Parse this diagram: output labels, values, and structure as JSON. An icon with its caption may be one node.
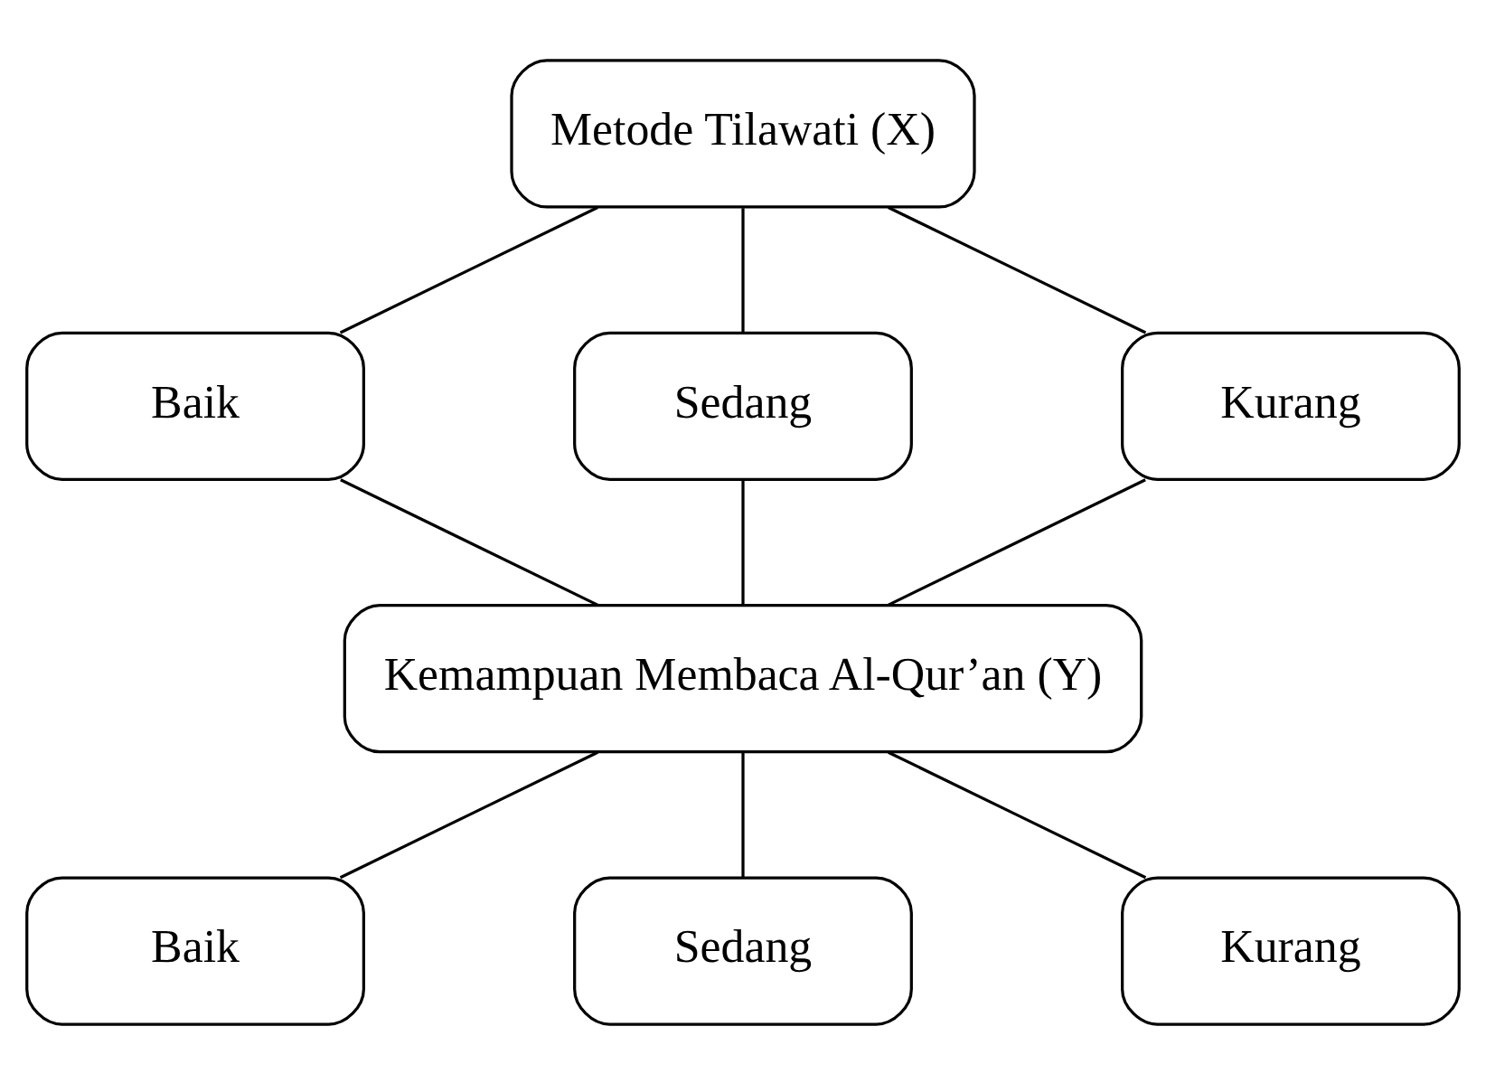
{
  "diagram": {
    "nodes": [
      {
        "text": [
          "Metode Tilawati (X)"
        ]
      },
      {
        "text": [
          "Baik"
        ]
      },
      {
        "text": [
          "Sedang"
        ]
      },
      {
        "text": [
          "Kurang"
        ]
      },
      {
        "text": [
          "Kemampuan Membaca Al-Qur’an (Y)"
        ]
      },
      {
        "text": [
          "Baik"
        ]
      },
      {
        "text": [
          "Sedang"
        ]
      },
      {
        "text": [
          "Kurang"
        ]
      }
    ],
    "edges": [
      {
        "from": 0,
        "to": 1,
        "arrow": "none"
      },
      {
        "from": 0,
        "to": 2,
        "arrow": "none"
      },
      {
        "from": 0,
        "to": 3,
        "arrow": "none"
      },
      {
        "from": 1,
        "to": 4,
        "arrow": "none"
      },
      {
        "from": 2,
        "to": 4,
        "arrow": "none"
      },
      {
        "from": 3,
        "to": 4,
        "arrow": "none"
      },
      {
        "from": 4,
        "to": 5,
        "arrow": "none"
      },
      {
        "from": 4,
        "to": 6,
        "arrow": "none"
      },
      {
        "from": 4,
        "to": 7,
        "arrow": "none"
      }
    ]
  }
}
